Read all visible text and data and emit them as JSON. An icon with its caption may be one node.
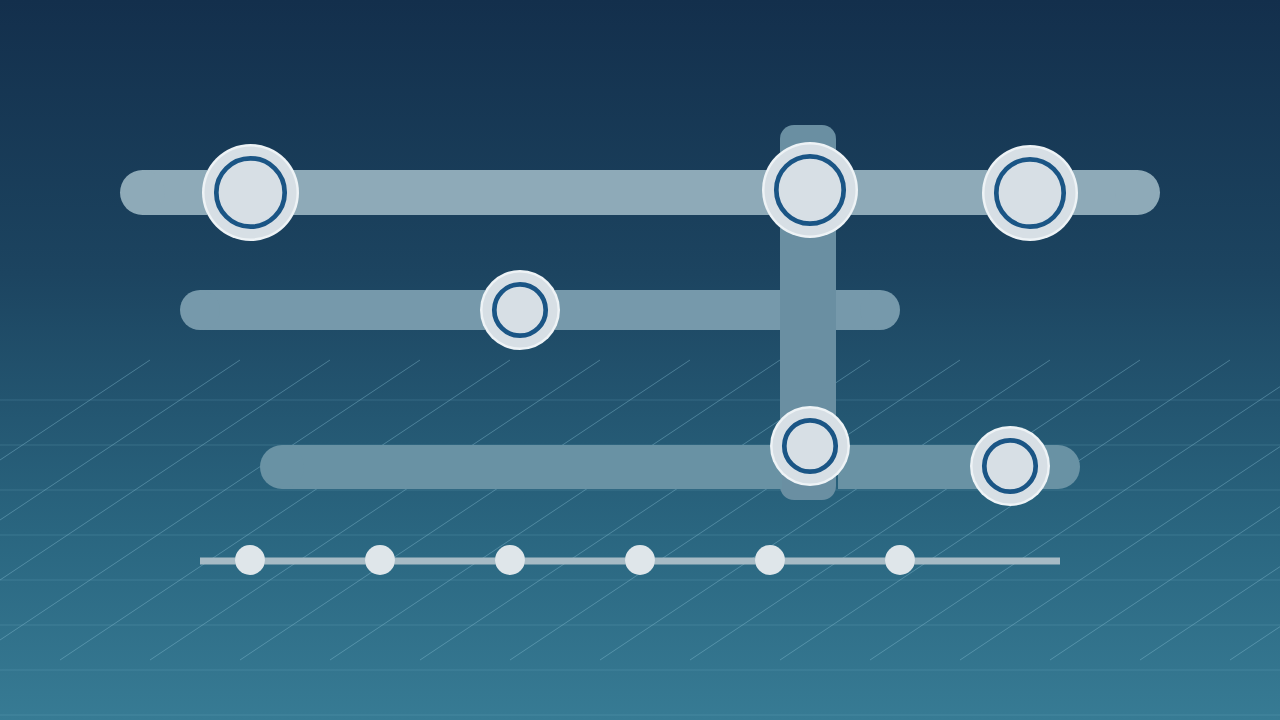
{
  "diagram": {
    "nodes": [
      {
        "text": [],
        "shape": "circle"
      },
      {
        "text": [],
        "shape": "circle"
      },
      {
        "text": [],
        "shape": "circle"
      },
      {
        "text": [],
        "shape": "circle"
      },
      {
        "text": [],
        "shape": "circle"
      },
      {
        "text": [],
        "shape": "circle"
      },
      {
        "text": [],
        "shape": "circle"
      },
      {
        "text": [],
        "shape": "circle"
      },
      {
        "text": [],
        "shape": "circle"
      },
      {
        "text": [],
        "shape": "circle"
      },
      {
        "text": [],
        "shape": "circle"
      },
      {
        "text": [],
        "shape": "circle"
      }
    ],
    "edges": [
      {
        "from": null,
        "to": 0,
        "arrow": "none",
        "color": "#8eaab8"
      },
      {
        "from": 0,
        "to": 1,
        "arrow": "none",
        "color": "#8eaab8"
      },
      {
        "from": 1,
        "to": 2,
        "arrow": "none",
        "color": "#8eaab8"
      },
      {
        "from": 2,
        "to": null,
        "arrow": "none",
        "color": "#8eaab8"
      },
      {
        "from": null,
        "to": 3,
        "arrow": "none",
        "color": "#7699ab"
      },
      {
        "from": 3,
        "to": null,
        "arrow": "none",
        "color": "#7699ab"
      },
      {
        "from": null,
        "to": 1,
        "arrow": "none",
        "color": "#6a8fa2"
      },
      {
        "from": 1,
        "to": 4,
        "arrow": "none",
        "color": "#6a8fa2"
      },
      {
        "from": 4,
        "to": null,
        "arrow": "none",
        "color": "#6a8fa2"
      },
      {
        "from": null,
        "to": 4,
        "arrow": "none",
        "color": "#6992a4"
      },
      {
        "from": 4,
        "to": 5,
        "arrow": "none",
        "color": "#6992a4"
      },
      {
        "from": 5,
        "to": null,
        "arrow": "none",
        "color": "#6992a4"
      },
      {
        "from": null,
        "to": 6,
        "arrow": "none"
      },
      {
        "from": 6,
        "to": 7,
        "arrow": "none"
      },
      {
        "from": 7,
        "to": 8,
        "arrow": "none"
      },
      {
        "from": 8,
        "to": 9,
        "arrow": "none"
      },
      {
        "from": 9,
        "to": 10,
        "arrow": "none"
      },
      {
        "from": 10,
        "to": 11,
        "arrow": "none"
      },
      {
        "from": 11,
        "to": null,
        "arrow": "none"
      }
    ]
  }
}
